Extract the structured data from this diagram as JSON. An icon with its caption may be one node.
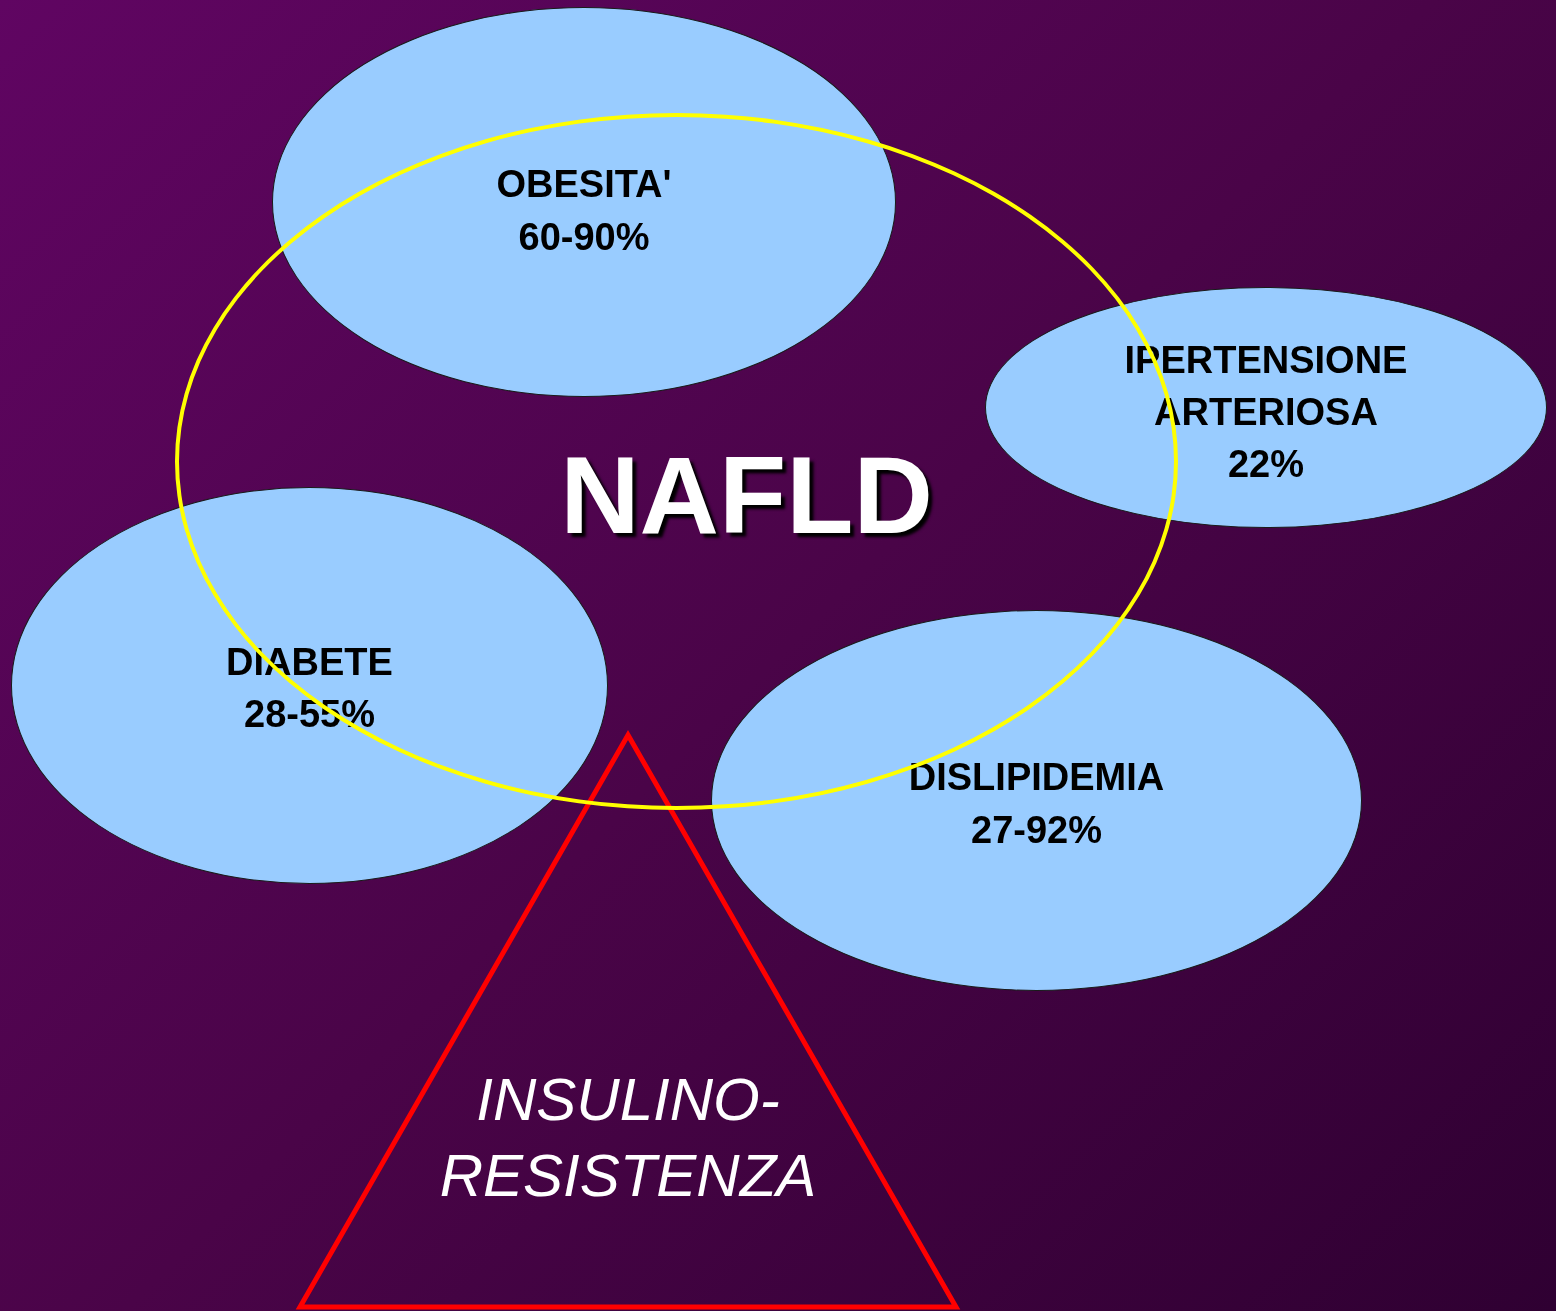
{
  "diagram": {
    "nodes": [
      {
        "text": [
          "NAFLD"
        ]
      },
      {
        "text": [
          "OBESITA'",
          "60-90%"
        ]
      },
      {
        "text": [
          "IPERTENSIONE ARTERIOSA",
          "22%"
        ]
      },
      {
        "text": [
          "DIABETE",
          "28-55%"
        ]
      },
      {
        "text": [
          "DISLIPIDEMIA",
          "27-92%"
        ]
      },
      {
        "text": [
          "INSULINO- RESISTENZA"
        ]
      }
    ]
  }
}
